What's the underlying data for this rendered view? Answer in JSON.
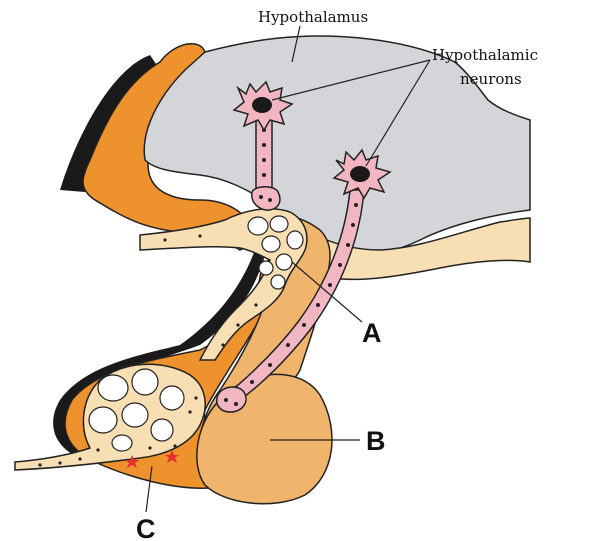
{
  "labels": {
    "hypothalamus": "Hypothalamus",
    "neurons_line1": "Hypothalamic",
    "neurons_line2": "neurons",
    "a": "A",
    "b": "B",
    "c": "C"
  },
  "colors": {
    "hypothalamus_gray": "#d3d5d9",
    "orange_tissue": "#ee922d",
    "light_orange": "#f1b46c",
    "cream": "#f8dfb3",
    "neuron_pink": "#f1b6c1",
    "outline": "#222222",
    "shadow": "#1a1a1a"
  }
}
